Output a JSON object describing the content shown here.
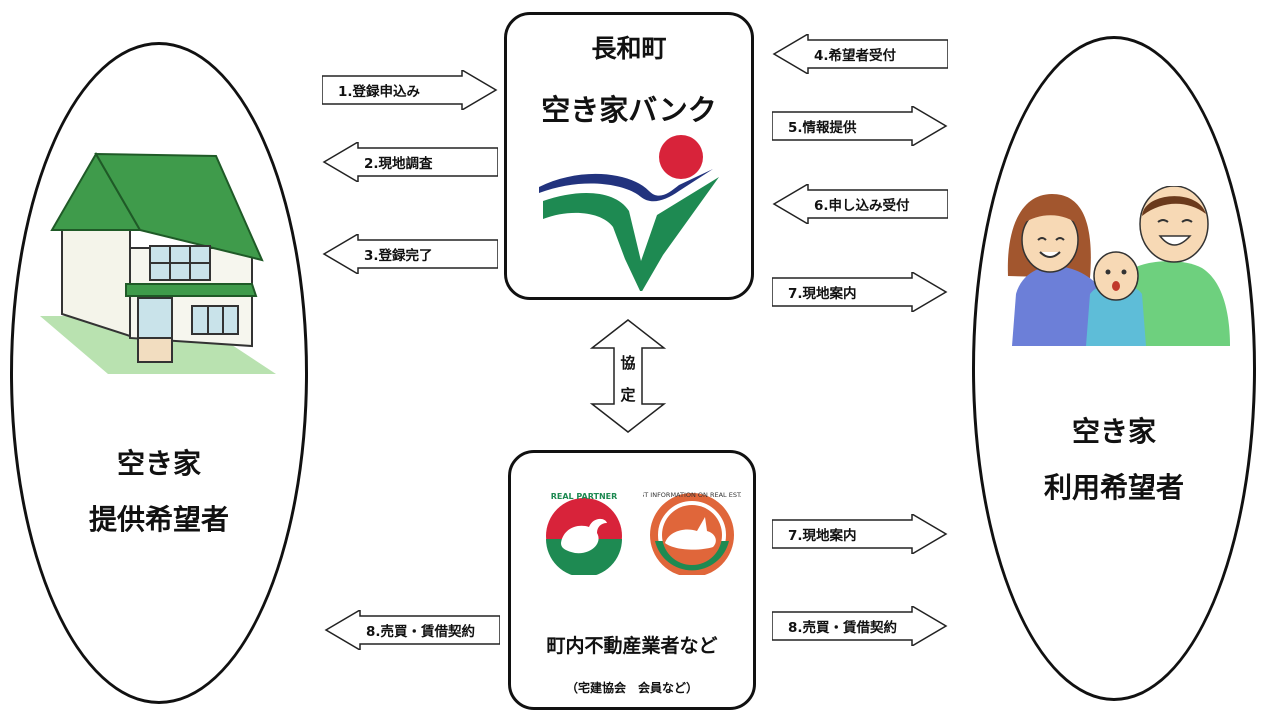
{
  "bank": {
    "town": "長和町",
    "name": "空き家バンク"
  },
  "agency": {
    "badge_left_text": "REAL PARTNER",
    "badge_right_text": "BEST INFORMATION ON REAL ESTATE",
    "title": "町内不動産業者など",
    "subtitle": "（宅建協会　会員など）"
  },
  "agreement": {
    "char1": "協",
    "char2": "定"
  },
  "provider": {
    "line1": "空き家",
    "line2": "提供希望者"
  },
  "user": {
    "line1": "空き家",
    "line2": "利用希望者"
  },
  "steps": {
    "s1": "1.登録申込み",
    "s2": "2.現地調査",
    "s3": "3.登録完了",
    "s4": "4.希望者受付",
    "s5": "5.情報提供",
    "s6": "6.申し込み受付",
    "s7a": "7.現地案内",
    "s7b": "7.現地案内",
    "s8a": "8.売買・賃借契約",
    "s8b": "8.売買・賃借契約"
  },
  "colors": {
    "green": "#2e9a4c",
    "navy": "#22337e",
    "red": "#d8233a",
    "orange": "#e0663a"
  }
}
